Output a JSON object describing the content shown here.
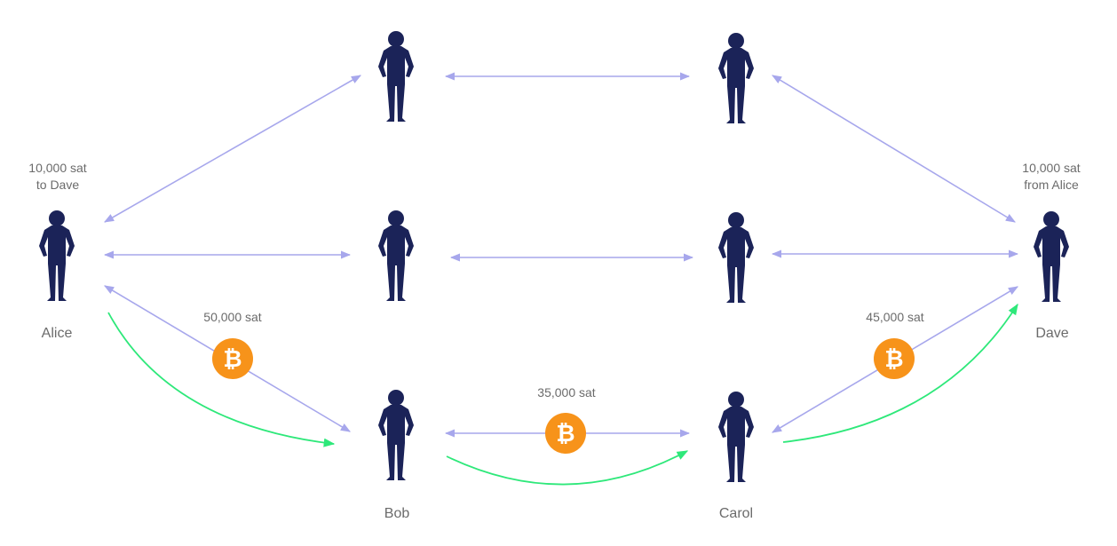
{
  "people": {
    "alice": {
      "name": "Alice",
      "note_line1": "10,000 sat",
      "note_line2": "to Dave"
    },
    "dave": {
      "name": "Dave",
      "note_line1": "10,000 sat",
      "note_line2": "from Alice"
    },
    "bob": {
      "name": "Bob"
    },
    "carol": {
      "name": "Carol"
    }
  },
  "payments": {
    "alice_bob": "50,000 sat",
    "bob_carol": "35,000 sat",
    "carol_dave": "45,000 sat"
  },
  "coin_icon": {
    "name": "bitcoin-icon",
    "glyph": "₿",
    "color": "#f7931a"
  },
  "colors": {
    "person": "#1b2358",
    "channel": "#a7a7ec",
    "route": "#2ee87a",
    "label": "#6b6b6b"
  }
}
